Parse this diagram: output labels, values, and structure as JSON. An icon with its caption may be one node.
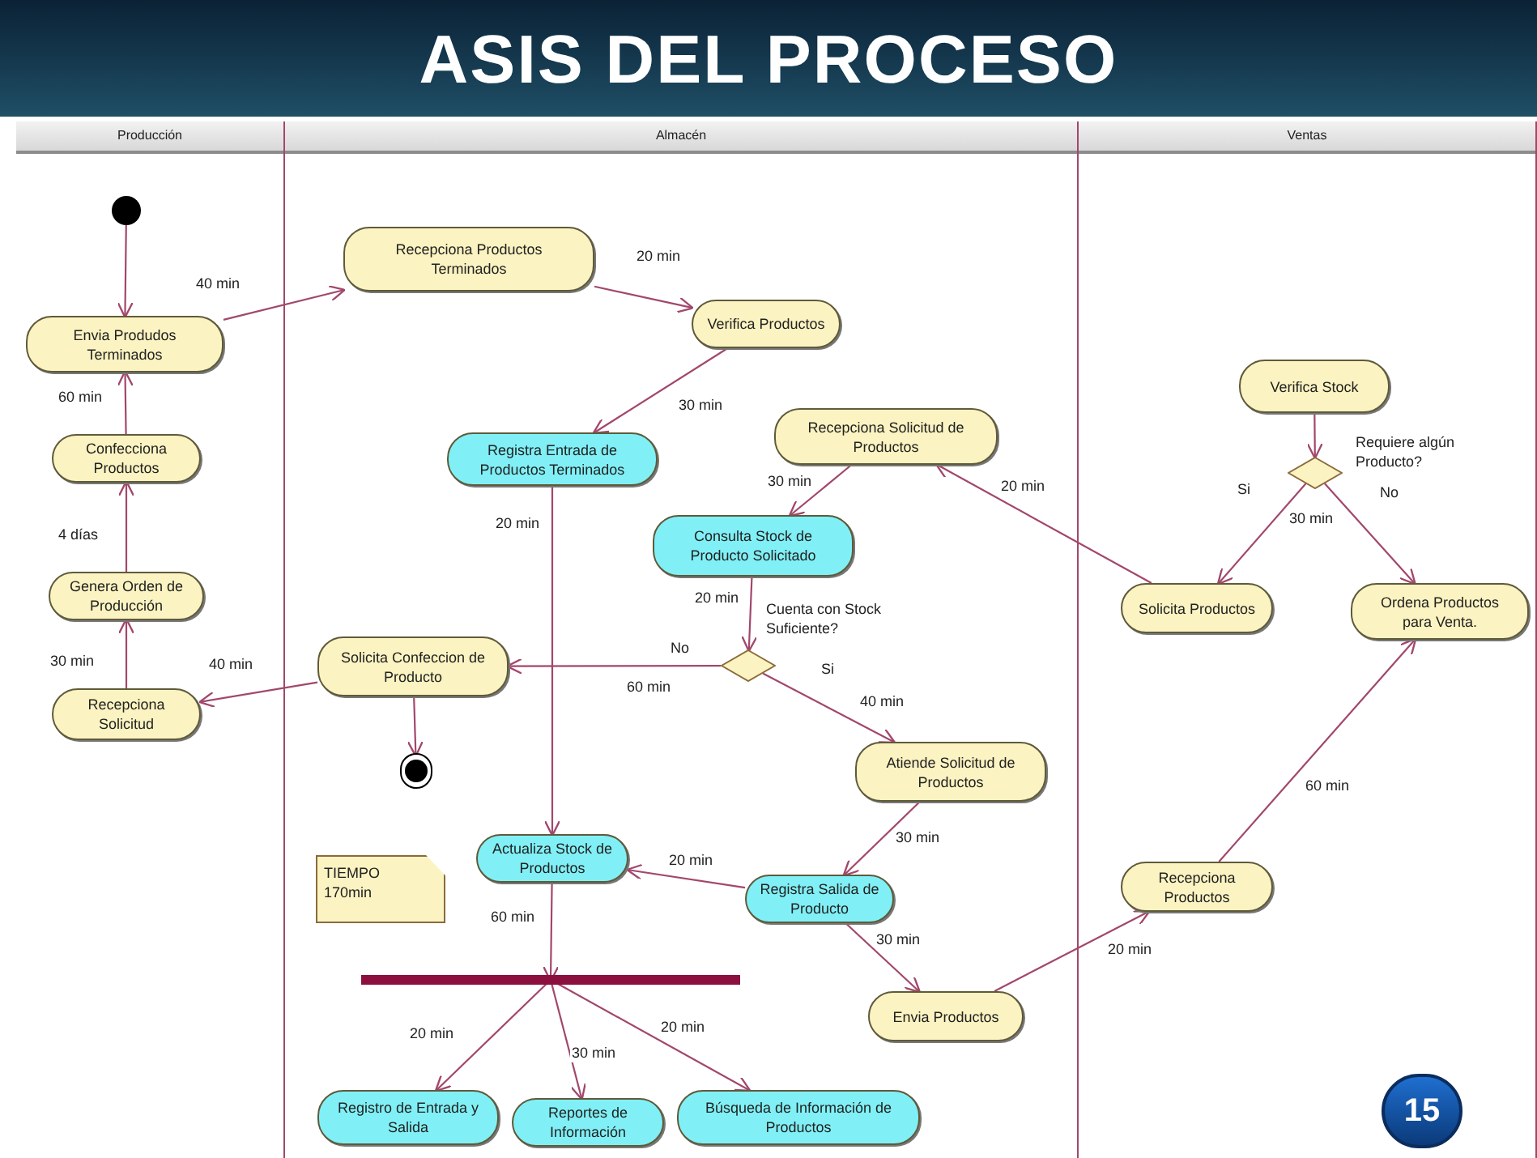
{
  "diagram": {
    "title": "ASIS DEL PROCESO",
    "nodes": [
      {
        "text": [
          "Producción"
        ]
      },
      {
        "text": [
          "Almacén"
        ]
      },
      {
        "text": [
          "Ventas"
        ]
      },
      {
        "text": [],
        "shape": "circle",
        "in": 0
      },
      {
        "text": [
          "Envia Produdos Terminados"
        ],
        "in": 0
      },
      {
        "text": [
          "Confecciona Productos"
        ],
        "in": 0
      },
      {
        "text": [
          "Genera Orden de Producción"
        ],
        "in": 0
      },
      {
        "text": [
          "Recepciona Solicitud"
        ],
        "in": 0
      },
      {
        "text": [
          "Recepciona Productos Terminados"
        ],
        "in": 1
      },
      {
        "text": [
          "Verifica Productos"
        ],
        "in": 1
      },
      {
        "text": [
          "Registra Entrada de Productos Terminados"
        ],
        "in": 1
      },
      {
        "text": [
          "Recepciona Solicitud de Productos"
        ],
        "in": 1
      },
      {
        "text": [
          "Consulta Stock de Producto Solicitado"
        ],
        "in": 1
      },
      {
        "text": [],
        "shape": "diamond",
        "in": 1
      },
      {
        "text": [
          "Solicita Confeccion de Producto"
        ],
        "in": 1
      },
      {
        "text": [],
        "shape": "circle",
        "in": 1
      },
      {
        "text": [
          "Actualiza Stock de Productos"
        ],
        "in": 1
      },
      {
        "text": [
          "TIEMPO 170min"
        ],
        "in": 1
      },
      {
        "text": [],
        "shape": "bar",
        "in": 1
      },
      {
        "text": [
          "Atiende Solicitud de Productos"
        ],
        "in": 1
      },
      {
        "text": [
          "Registra Salida de Producto"
        ],
        "in": 1
      },
      {
        "text": [
          "Envia Productos"
        ],
        "in": 1
      },
      {
        "text": [
          "Registro de Entrada y Salida"
        ],
        "in": 1
      },
      {
        "text": [
          "Reportes de Información"
        ],
        "in": 1
      },
      {
        "text": [
          "Búsqueda de Información de Productos"
        ],
        "in": 1
      },
      {
        "text": [
          "Verifica Stock"
        ],
        "in": 2
      },
      {
        "text": [],
        "shape": "diamond",
        "in": 2
      },
      {
        "text": [
          "Solicita Productos"
        ],
        "in": 2
      },
      {
        "text": [
          "Ordena Productos para Venta."
        ],
        "in": 2
      },
      {
        "text": [
          "Recepciona Productos"
        ],
        "in": 2
      }
    ],
    "edges": [
      {
        "from": 3,
        "to": 4,
        "arrow": "to"
      },
      {
        "from": 4,
        "to": 8,
        "arrow": "to",
        "label": "40 min"
      },
      {
        "from": 8,
        "to": 9,
        "arrow": "to",
        "label": "20 min"
      },
      {
        "from": 9,
        "to": 10,
        "arrow": "to",
        "label": "30 min"
      },
      {
        "from": 5,
        "to": 4,
        "arrow": "to",
        "label": "60 min"
      },
      {
        "from": 6,
        "to": 5,
        "arrow": "to",
        "label": "4 días"
      },
      {
        "from": 7,
        "to": 6,
        "arrow": "to",
        "label": "30 min"
      },
      {
        "from": 14,
        "to": 7,
        "arrow": "to",
        "label": "40 min"
      },
      {
        "from": 10,
        "to": 16,
        "arrow": "to",
        "label": "20 min"
      },
      {
        "from": 11,
        "to": 12,
        "arrow": "to",
        "label": "30 min"
      },
      {
        "from": 27,
        "to": 11,
        "arrow": "to",
        "label": "20 min"
      },
      {
        "from": 12,
        "to": 13,
        "arrow": "to",
        "label": "20 min"
      },
      {
        "from": 13,
        "to": 14,
        "arrow": "to",
        "label": "60 min"
      },
      {
        "from": 13,
        "to": 19,
        "arrow": "to",
        "label": "40 min"
      },
      {
        "from": 14,
        "to": 15,
        "arrow": "to"
      },
      {
        "from": 19,
        "to": 20,
        "arrow": "to",
        "label": "30 min"
      },
      {
        "from": 20,
        "to": 16,
        "arrow": "to",
        "label": "20 min"
      },
      {
        "from": 20,
        "to": 21,
        "arrow": "to",
        "label": "30 min"
      },
      {
        "from": 21,
        "to": 29,
        "arrow": "to",
        "label": "20 min"
      },
      {
        "from": 29,
        "to": 28,
        "arrow": "to",
        "label": "60 min"
      },
      {
        "from": 25,
        "to": 26,
        "arrow": "to"
      },
      {
        "from": 26,
        "to": 27,
        "arrow": "to",
        "label": "30 min"
      },
      {
        "from": 26,
        "to": 28,
        "arrow": "to"
      },
      {
        "from": 16,
        "to": 18,
        "arrow": "to",
        "label": "60 min"
      },
      {
        "from": 18,
        "to": 22,
        "arrow": "to",
        "label": "20 min"
      },
      {
        "from": 18,
        "to": 23,
        "arrow": "to",
        "label": "30 min"
      },
      {
        "from": 18,
        "to": 24,
        "arrow": "to",
        "label": "20 min"
      }
    ],
    "labels": [
      "Cuenta con Stock Suficiente?",
      "No",
      "Si",
      "Requiere algún Producto?",
      "Si",
      "No",
      "15"
    ]
  }
}
